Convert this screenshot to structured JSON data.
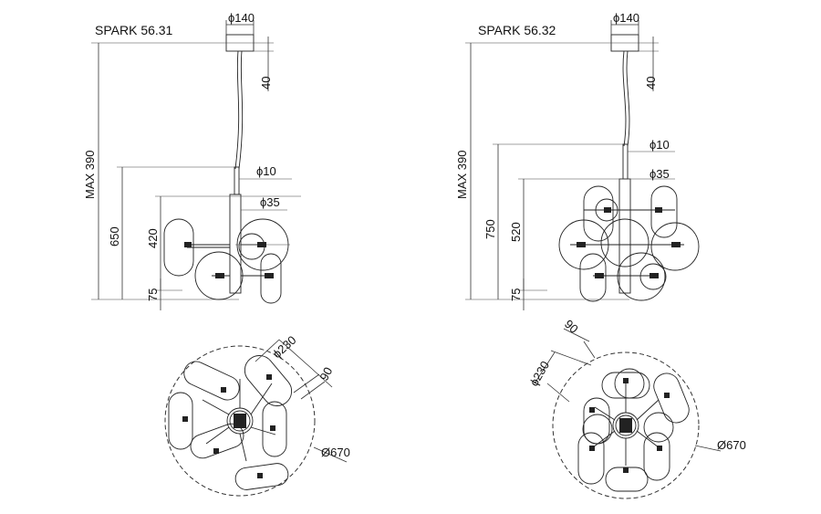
{
  "left": {
    "model": "SPARK 56.31",
    "canopy_diameter": "ϕ140",
    "canopy_height": "40",
    "max_height": "MAX 390",
    "total_height": "650",
    "arm_height": "420",
    "bottom_offset": "75",
    "rod_diameter": "ϕ10",
    "tube_diameter": "ϕ35",
    "shade_diameter": "ϕ230",
    "shade_depth": "90",
    "overall_diameter": "Ø670"
  },
  "right": {
    "model": "SPARK 56.32",
    "canopy_diameter": "ϕ140",
    "canopy_height": "40",
    "max_height": "MAX 390",
    "total_height": "750",
    "arm_height": "520",
    "bottom_offset": "75",
    "rod_diameter": "ϕ10",
    "tube_diameter": "ϕ35",
    "shade_diameter": "ϕ230",
    "shade_depth": "90",
    "overall_diameter": "Ø670"
  }
}
